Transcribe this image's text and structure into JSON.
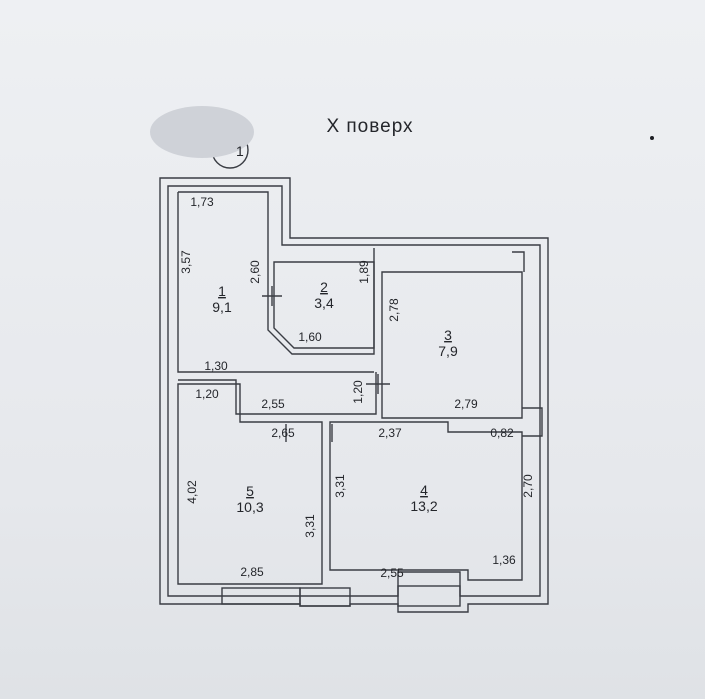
{
  "title": "X поверх",
  "marker": "1",
  "rooms": [
    {
      "number": "1",
      "area": "9,1"
    },
    {
      "number": "2",
      "area": "3,4"
    },
    {
      "number": "3",
      "area": "7,9"
    },
    {
      "number": "4",
      "area": "13,2"
    },
    {
      "number": "5",
      "area": "10,3"
    }
  ],
  "dimensions": [
    "1,73",
    "3,57",
    "2,60",
    "1,89",
    "1,60",
    "2,78",
    "1,30",
    "1,20",
    "2,55",
    "1,20",
    "2,65",
    "2,37",
    "2,79",
    "0,82",
    "4,02",
    "3,31",
    "3,31",
    "2,70",
    "2,85",
    "2,55",
    "1,36"
  ],
  "colors": {
    "wall": "#3a3d44",
    "paper": "#e9ebee",
    "blur": "#cfd2d8"
  }
}
